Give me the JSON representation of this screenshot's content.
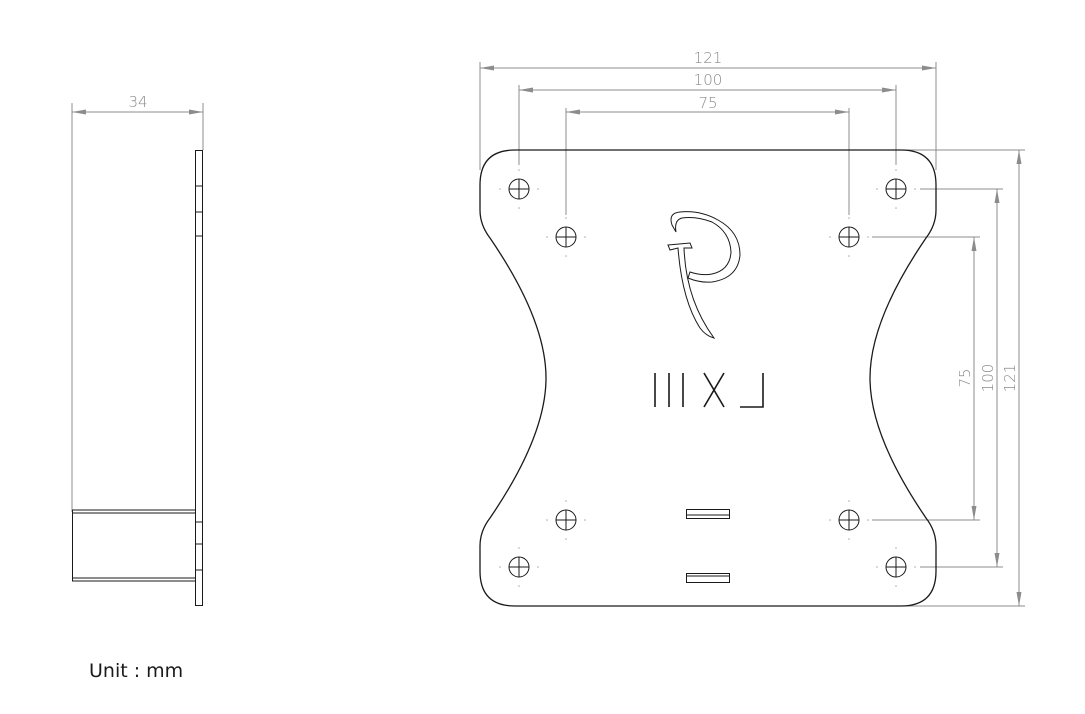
{
  "drawing": {
    "type": "technical-drawing",
    "subject": "VESA mounting plate",
    "side_view": {
      "depth_dimension": "34"
    },
    "front_view": {
      "horizontal_dimensions": [
        "121",
        "100",
        "75"
      ],
      "vertical_dimensions": [
        "75",
        "100",
        "121"
      ],
      "logo_mark": "P",
      "engraved_text": "LXIII",
      "hole_pattern_75": 4,
      "hole_pattern_100": 4,
      "slots": 2
    },
    "unit_label": "Unit :  mm"
  },
  "colors": {
    "line": "#1a1a1a",
    "dimension": "#8c8c8c",
    "background": "#ffffff"
  }
}
